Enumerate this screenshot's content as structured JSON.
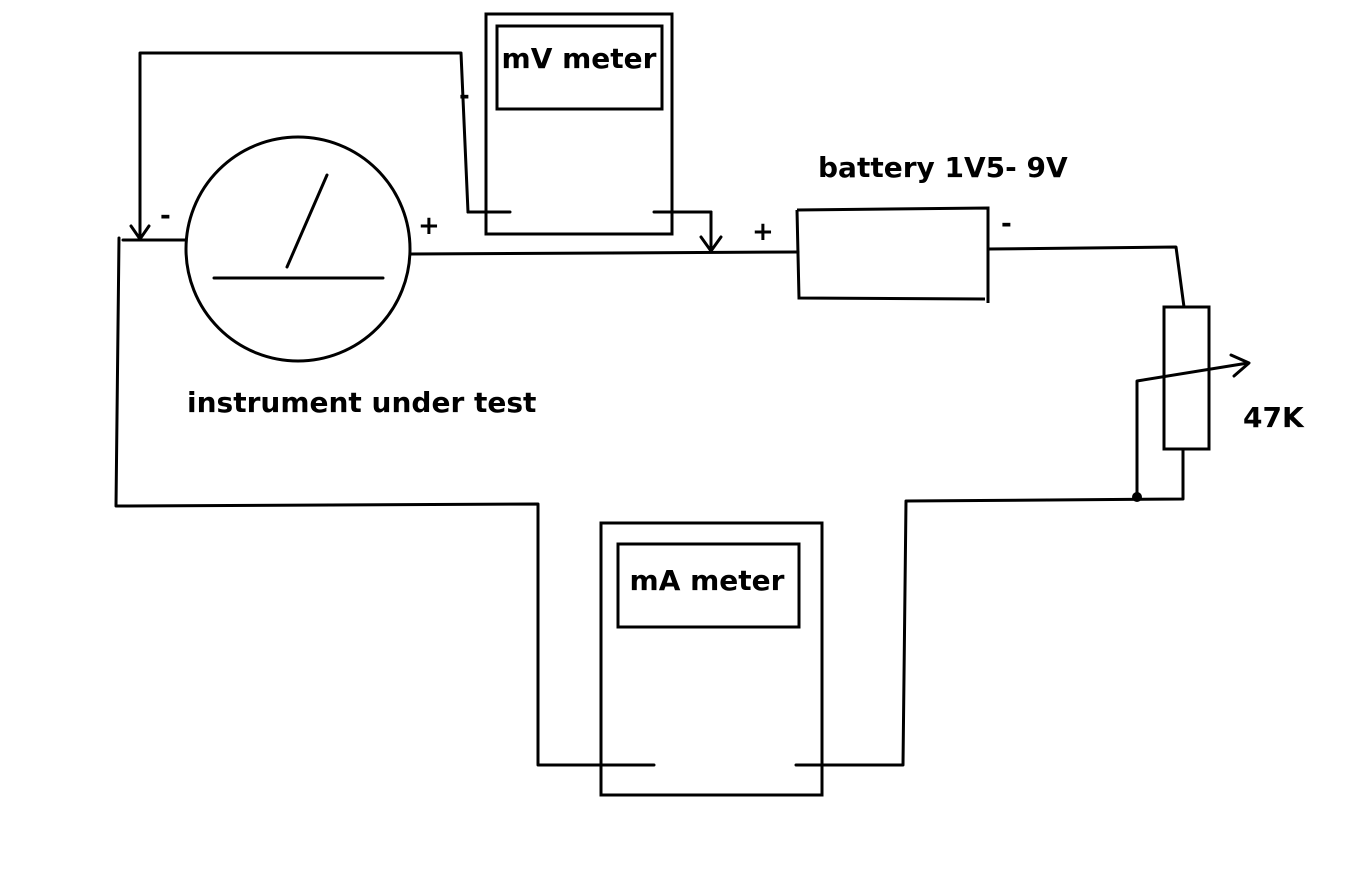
{
  "labels": {
    "mv_meter": "mV meter",
    "ma_meter": "mA meter",
    "battery": "battery 1V5- 9V",
    "instrument": "instrument under test",
    "resistor_value": "47K"
  },
  "polarity": {
    "mv_minus": "-",
    "instrument_minus": "-",
    "instrument_plus": "+",
    "battery_plus": "+",
    "battery_minus": "-"
  },
  "colors": {
    "ink": "#000000",
    "background": "#ffffff"
  }
}
